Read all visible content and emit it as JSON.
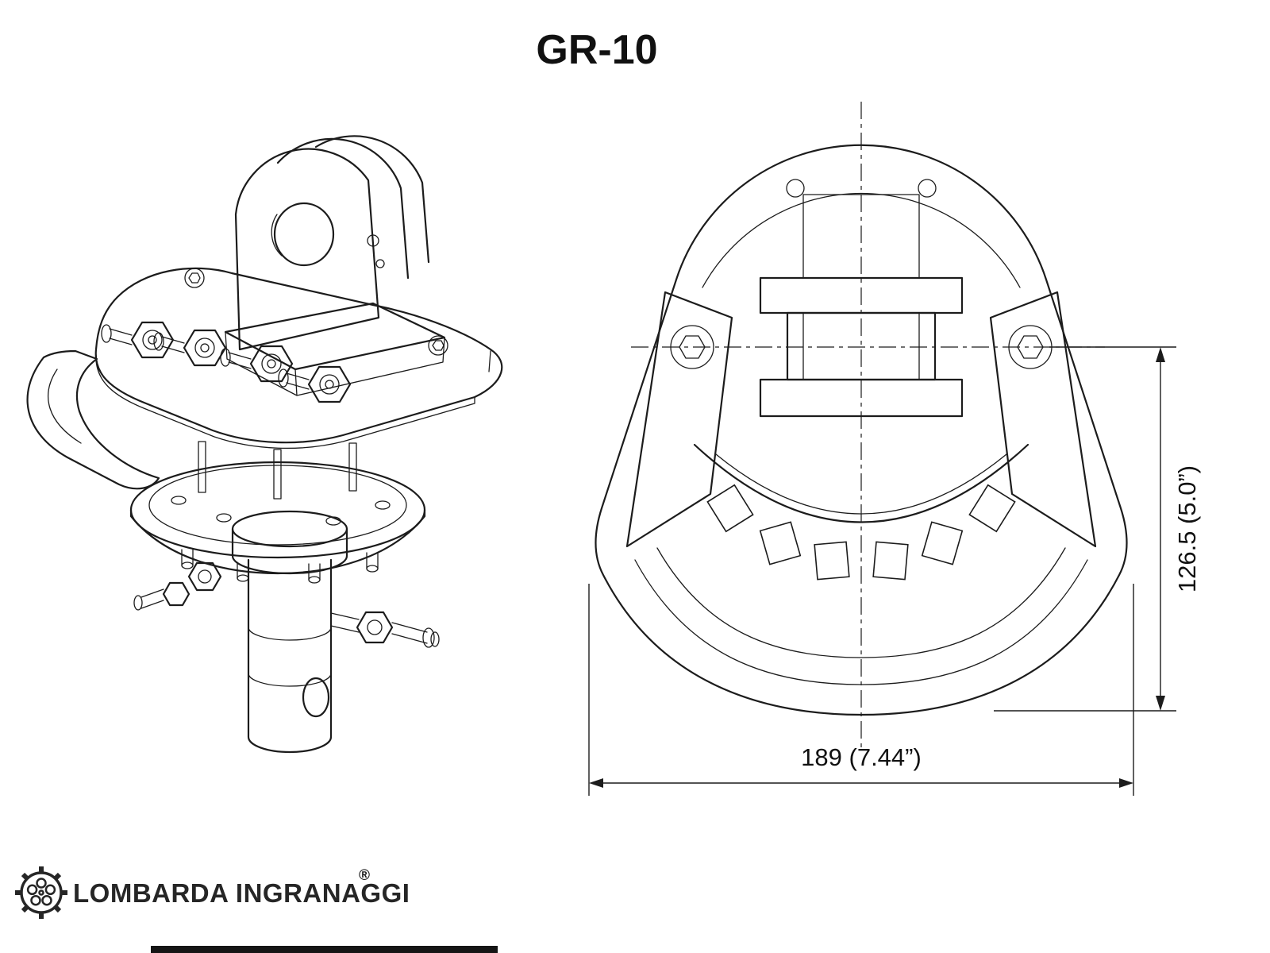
{
  "title": "GR-10",
  "dimensions": {
    "height": "126.5 (5.0”)",
    "width": "189 (7.44”)"
  },
  "footer": {
    "brand": "LOMBARDA INGRANAGGI",
    "registered": "®"
  },
  "icons": {
    "logo": "gear-icon"
  },
  "colors": {
    "line": "#1c1c1c",
    "background": "#ffffff"
  }
}
